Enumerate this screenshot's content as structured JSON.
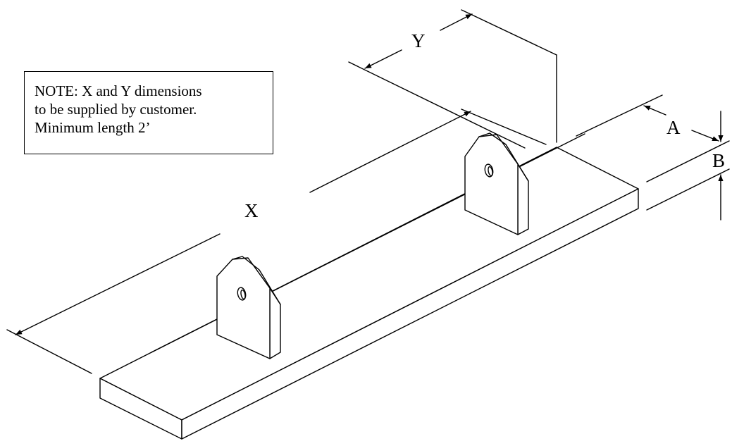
{
  "note": {
    "lines": [
      "NOTE: X and Y dimensions",
      "to be supplied by customer.",
      "Minimum length 2’"
    ]
  },
  "dimensions": {
    "x_label": "X",
    "y_label": "Y",
    "a_label": "A",
    "b_label": "B"
  }
}
